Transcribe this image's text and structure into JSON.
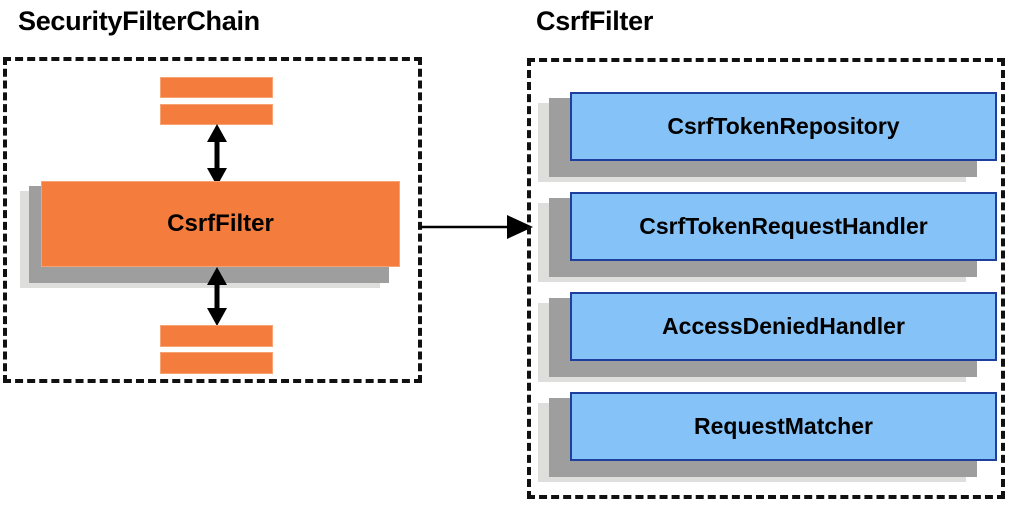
{
  "diagram": {
    "type": "component-relationship-diagram",
    "background": "#ffffff",
    "panels": [
      {
        "id": "security-filter-chain",
        "title": "SecurityFilterChain",
        "border_style": "dashed",
        "border_color": "#111111",
        "highlight_component": "CsrfFilter",
        "filter_color": "#f47c3c",
        "stacked_filters_above": 2,
        "stacked_filters_below": 2
      },
      {
        "id": "csrf-filter",
        "title": "CsrfFilter",
        "border_style": "dashed",
        "border_color": "#111111",
        "collaborator_color": "#85c2f7",
        "collaborator_border": "#1f3f9e",
        "collaborators": [
          "CsrfTokenRepository",
          "CsrfTokenRequestHandler",
          "AccessDeniedHandler",
          "RequestMatcher"
        ]
      }
    ],
    "connectors": [
      {
        "id": "chain-to-detail",
        "kind": "single-arrow",
        "direction": "right",
        "from": "security-filter-chain",
        "to": "csrf-filter"
      },
      {
        "id": "upper-chain-link",
        "kind": "double-arrow",
        "direction": "vertical"
      },
      {
        "id": "lower-chain-link",
        "kind": "double-arrow",
        "direction": "vertical"
      }
    ]
  }
}
